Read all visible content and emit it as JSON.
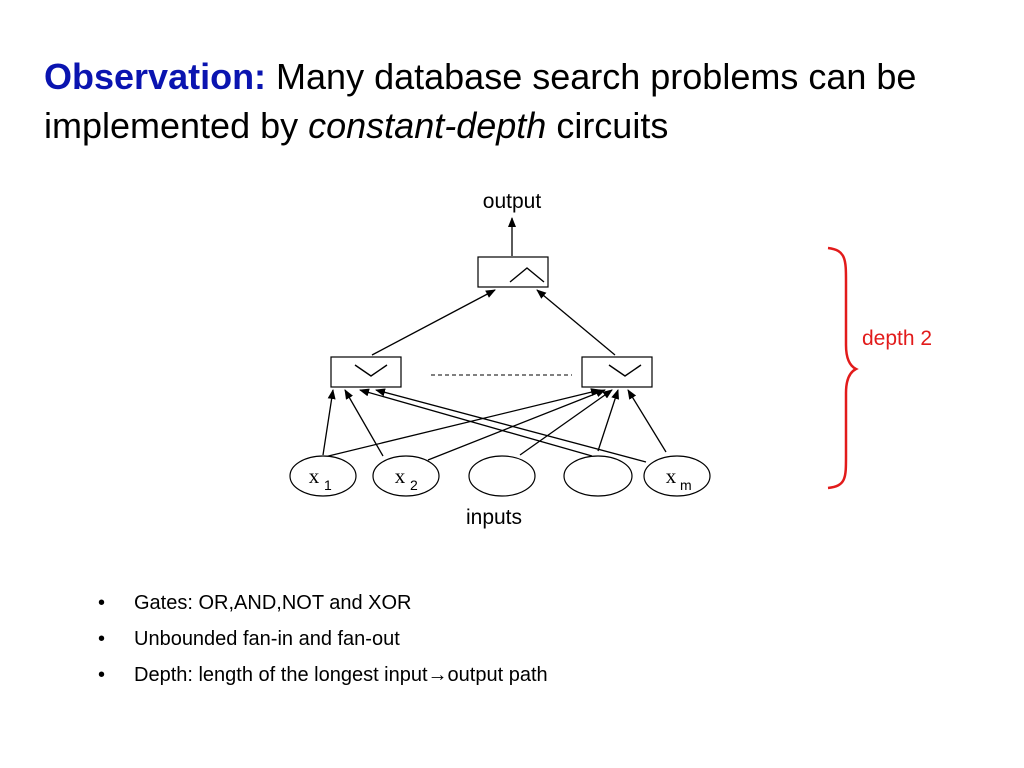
{
  "title": {
    "lead": "Observation:",
    "part1": " Many database search problems can be implemented by ",
    "emphasis": "constant-depth",
    "part2": " circuits"
  },
  "diagram": {
    "output_label": "output",
    "inputs_label": "inputs",
    "depth_label": "depth 2",
    "variables": [
      {
        "base": "x",
        "sub": "1"
      },
      {
        "base": "x",
        "sub": "2"
      },
      {
        "base": "x",
        "sub": "m"
      }
    ],
    "colors": {
      "brace": "#e21b1b",
      "lead": "#0a14b0"
    }
  },
  "bullets": [
    "Gates: OR,AND,NOT and XOR",
    "Unbounded fan-in and fan-out",
    "Depth: length of the longest input→output path"
  ],
  "bullet_glyph": "•"
}
